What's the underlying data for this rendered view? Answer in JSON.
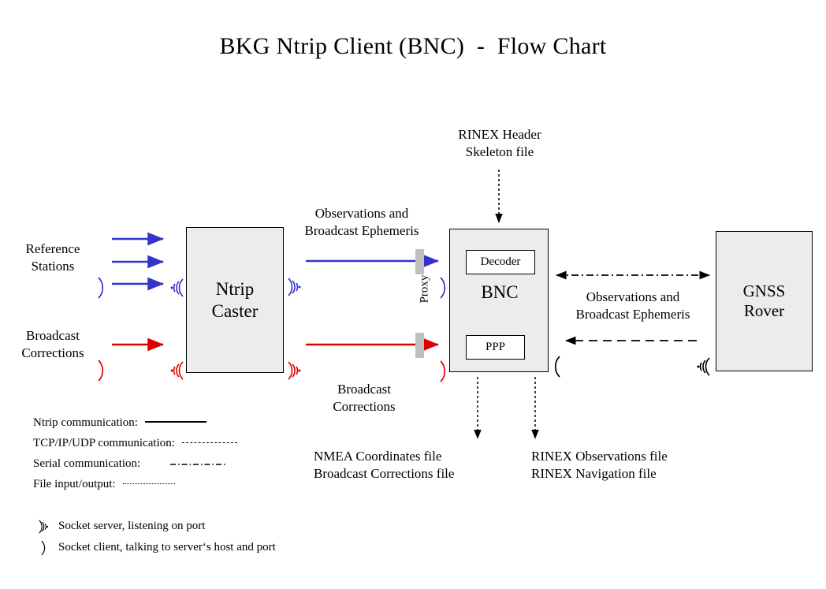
{
  "title": "BKG Ntrip Client (BNC)  -  Flow Chart",
  "nodes": {
    "ntrip_caster": "Ntrip\nCaster",
    "bnc": "BNC",
    "gnss_rover": "GNSS\nRover",
    "decoder": "Decoder",
    "ppp": "PPP",
    "proxy": "Proxy"
  },
  "labels": {
    "reference_stations": "Reference\nStations",
    "broadcast_corrections_source": "Broadcast\nCorrections",
    "observations_ephemeris_left": "Observations and\nBroadcast Ephemeris",
    "broadcast_corrections_mid": "Broadcast\nCorrections",
    "rinex_header_skeleton": "RINEX Header\nSkeleton file",
    "observations_ephemeris_right": "Observations and\nBroadcast Ephemeris",
    "nmea_outputs": "NMEA Coordinates file\nBroadcast Corrections file",
    "rinex_outputs": "RINEX Observations file\nRINEX Navigation file"
  },
  "legend": {
    "lines": [
      {
        "label": "Ntrip communication:",
        "style": "solid"
      },
      {
        "label": "TCP/IP/UDP communication:",
        "style": "dashed"
      },
      {
        "label": "Serial communication:",
        "style": "dashdot"
      },
      {
        "label": "File input/output:",
        "style": "dotted"
      }
    ],
    "sockets": [
      {
        "glyph": "socket-server-icon",
        "label": "Socket server, listening on port"
      },
      {
        "glyph": "socket-client-icon",
        "label": "Socket client, talking to server‘s host and port"
      }
    ]
  },
  "colors": {
    "blue": "#3333cc",
    "red": "#e00000",
    "box_fill": "#ececec",
    "stroke": "#000000",
    "proxy_bar": "#bfbfbf"
  }
}
